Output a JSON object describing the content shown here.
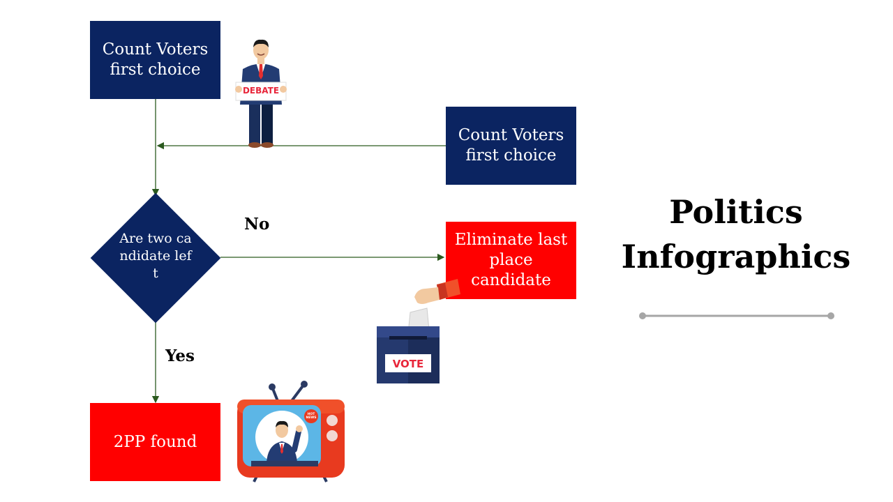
{
  "title": {
    "line1": "Politics",
    "line2": "Infographics"
  },
  "flow": {
    "count_box_1": {
      "line1": "Count Voters",
      "line2": "first choice"
    },
    "count_box_2": {
      "line1": "Count Voters",
      "line2": "first choice"
    },
    "decision": "Are two candidate left",
    "eliminate": {
      "line1": "Eliminate last",
      "line2": "place",
      "line3": "candidate"
    },
    "result": "2PP found",
    "no_label": "No",
    "yes_label": "Yes"
  },
  "illustrations": {
    "debate_sign": "DEBATE",
    "ballot_box": "VOTE",
    "tv_badge": "HOT NEWS"
  },
  "colors": {
    "navy": "#0b2461",
    "red": "#ff0000",
    "arrow": "#2b5a1f",
    "divider": "#a6a6a6"
  }
}
